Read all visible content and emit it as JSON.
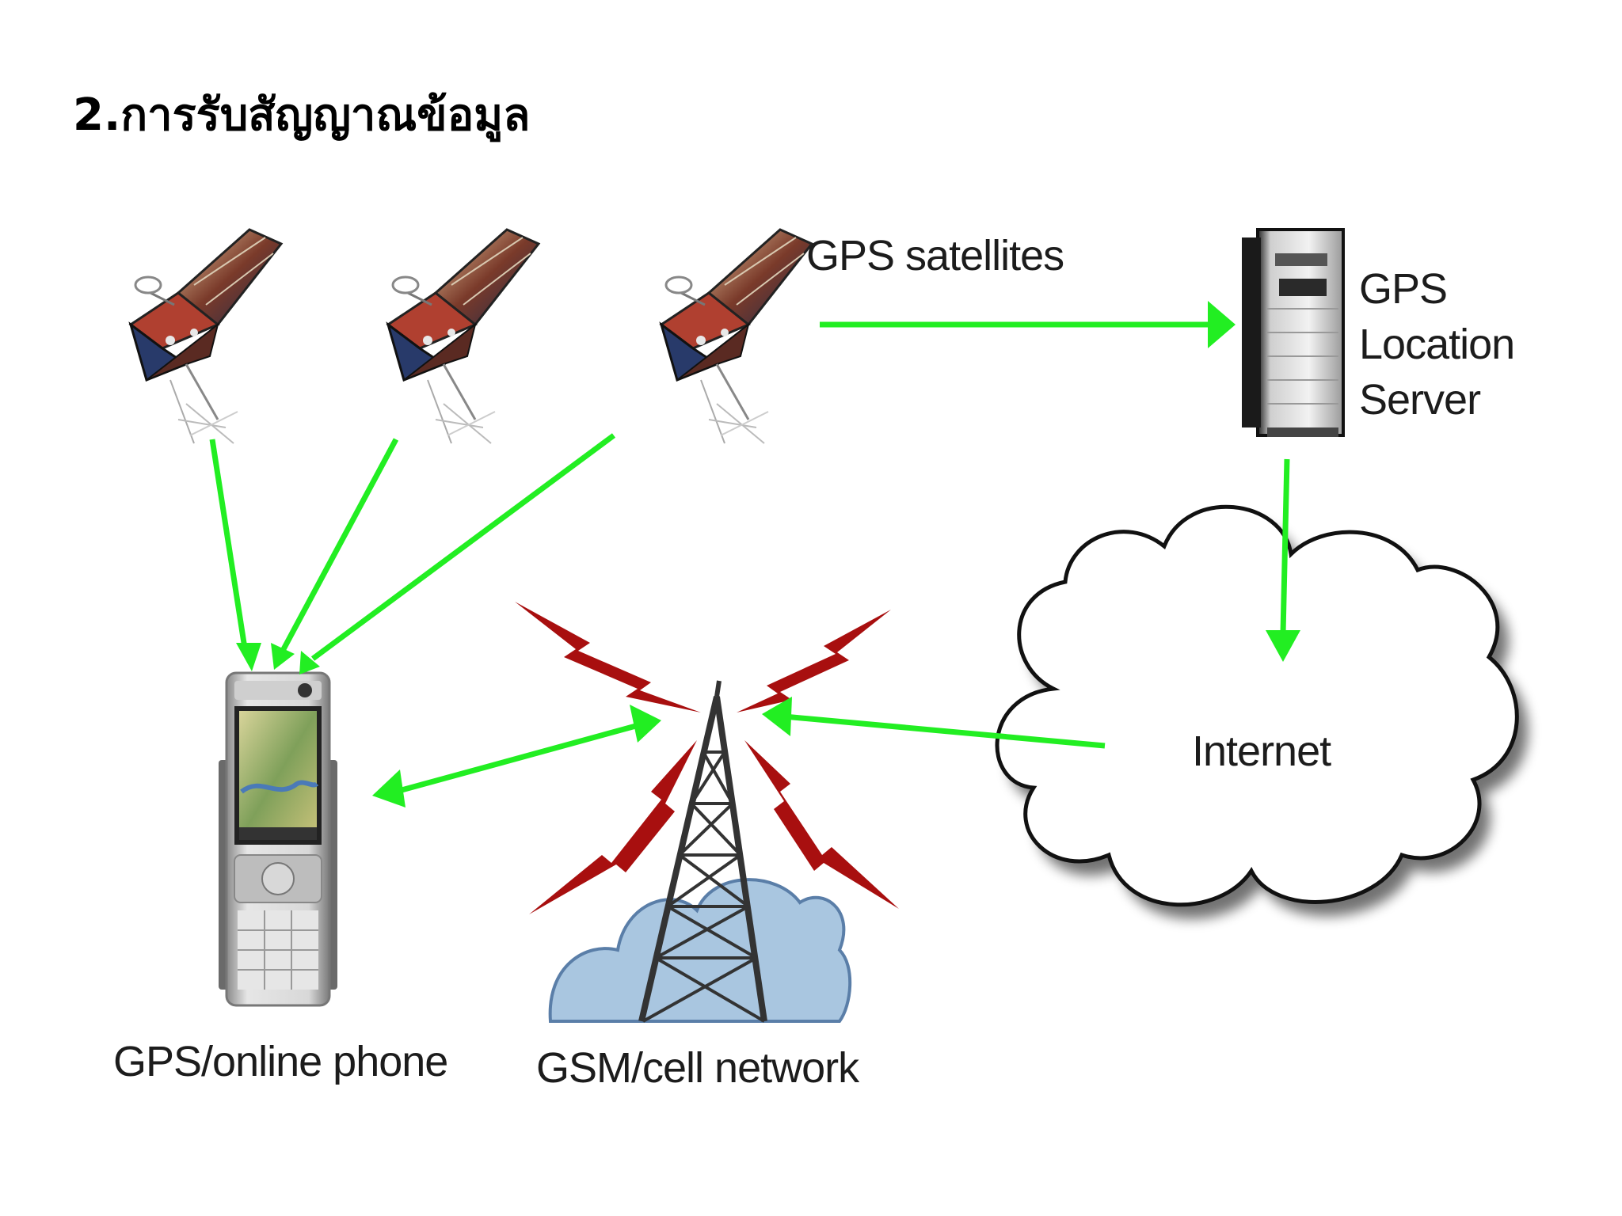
{
  "title": "2.การรับสัญญาณข้อมูล",
  "labels": {
    "satellites": "GPS satellites",
    "server": [
      "GPS",
      "Location",
      "Server"
    ],
    "internet": "Internet",
    "phone": "GPS/online phone",
    "network": "GSM/cell network"
  },
  "colors": {
    "arrow": "#22ee22",
    "lightning": "#a80f0f",
    "tower": "#333333",
    "tower_cloud": "#9fc0dc",
    "cloud_outline": "#111111"
  },
  "icons": {
    "satellite": "satellite-icon",
    "server": "server-icon",
    "phone": "mobile-phone-icon",
    "tower": "cell-tower-icon",
    "cloud": "internet-cloud-icon"
  }
}
